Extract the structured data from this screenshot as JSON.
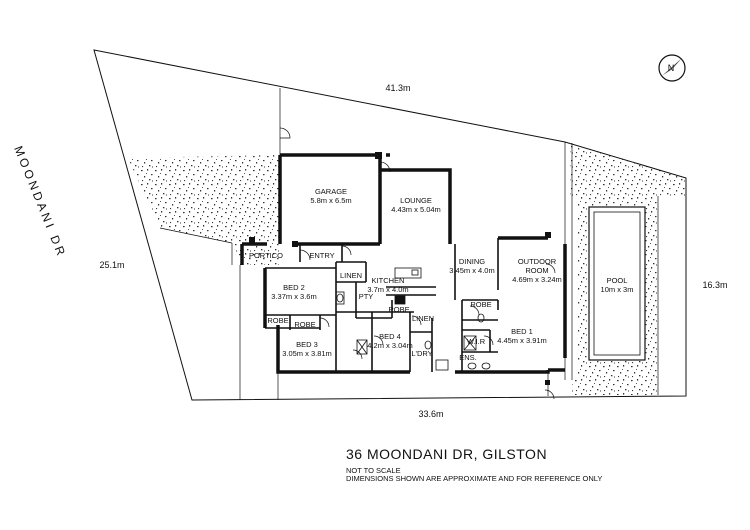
{
  "street": "MOONDANI DR",
  "address": "36 MOONDANI DR, GILSTON",
  "notes": [
    "NOT TO SCALE",
    "DIMENSIONS SHOWN ARE APPROXIMATE AND FOR REFERENCE ONLY"
  ],
  "boundary": {
    "top": "41.3m",
    "left": "25.1m",
    "right": "16.3m",
    "bottom": "33.6m"
  },
  "rooms": {
    "garage": {
      "name": "GARAGE",
      "size": "5.8m x 6.5m"
    },
    "lounge": {
      "name": "LOUNGE",
      "size": "4.43m x 5.04m"
    },
    "dining": {
      "name": "DINING",
      "size": "3.45m x 4.0m"
    },
    "outdoor": {
      "name1": "OUTDOOR",
      "name2": "ROOM",
      "size": "4.69m x 3.24m"
    },
    "pool": {
      "name": "POOL",
      "size": "10m x 3m"
    },
    "kitchen": {
      "name": "KITCHEN",
      "size": "3.7m x 4.0m"
    },
    "bed1": {
      "name": "BED 1",
      "size": "4.45m x 3.91m"
    },
    "bed2": {
      "name": "BED 2",
      "size": "3.37m x 3.6m"
    },
    "bed3": {
      "name": "BED 3",
      "size": "3.05m x 3.81m"
    },
    "bed4": {
      "name": "BED 4",
      "size": "4.2m x 3.04m"
    }
  },
  "labels": {
    "portico": "PORTICO",
    "entry": "ENTRY",
    "linen": "LINEN",
    "pty": "PTY",
    "robe": "ROBE",
    "wir": "W.I.R",
    "ens": "ENS.",
    "ldry": "L'DRY"
  },
  "colors": {
    "wall": "#111111",
    "speckle": "#333333"
  }
}
